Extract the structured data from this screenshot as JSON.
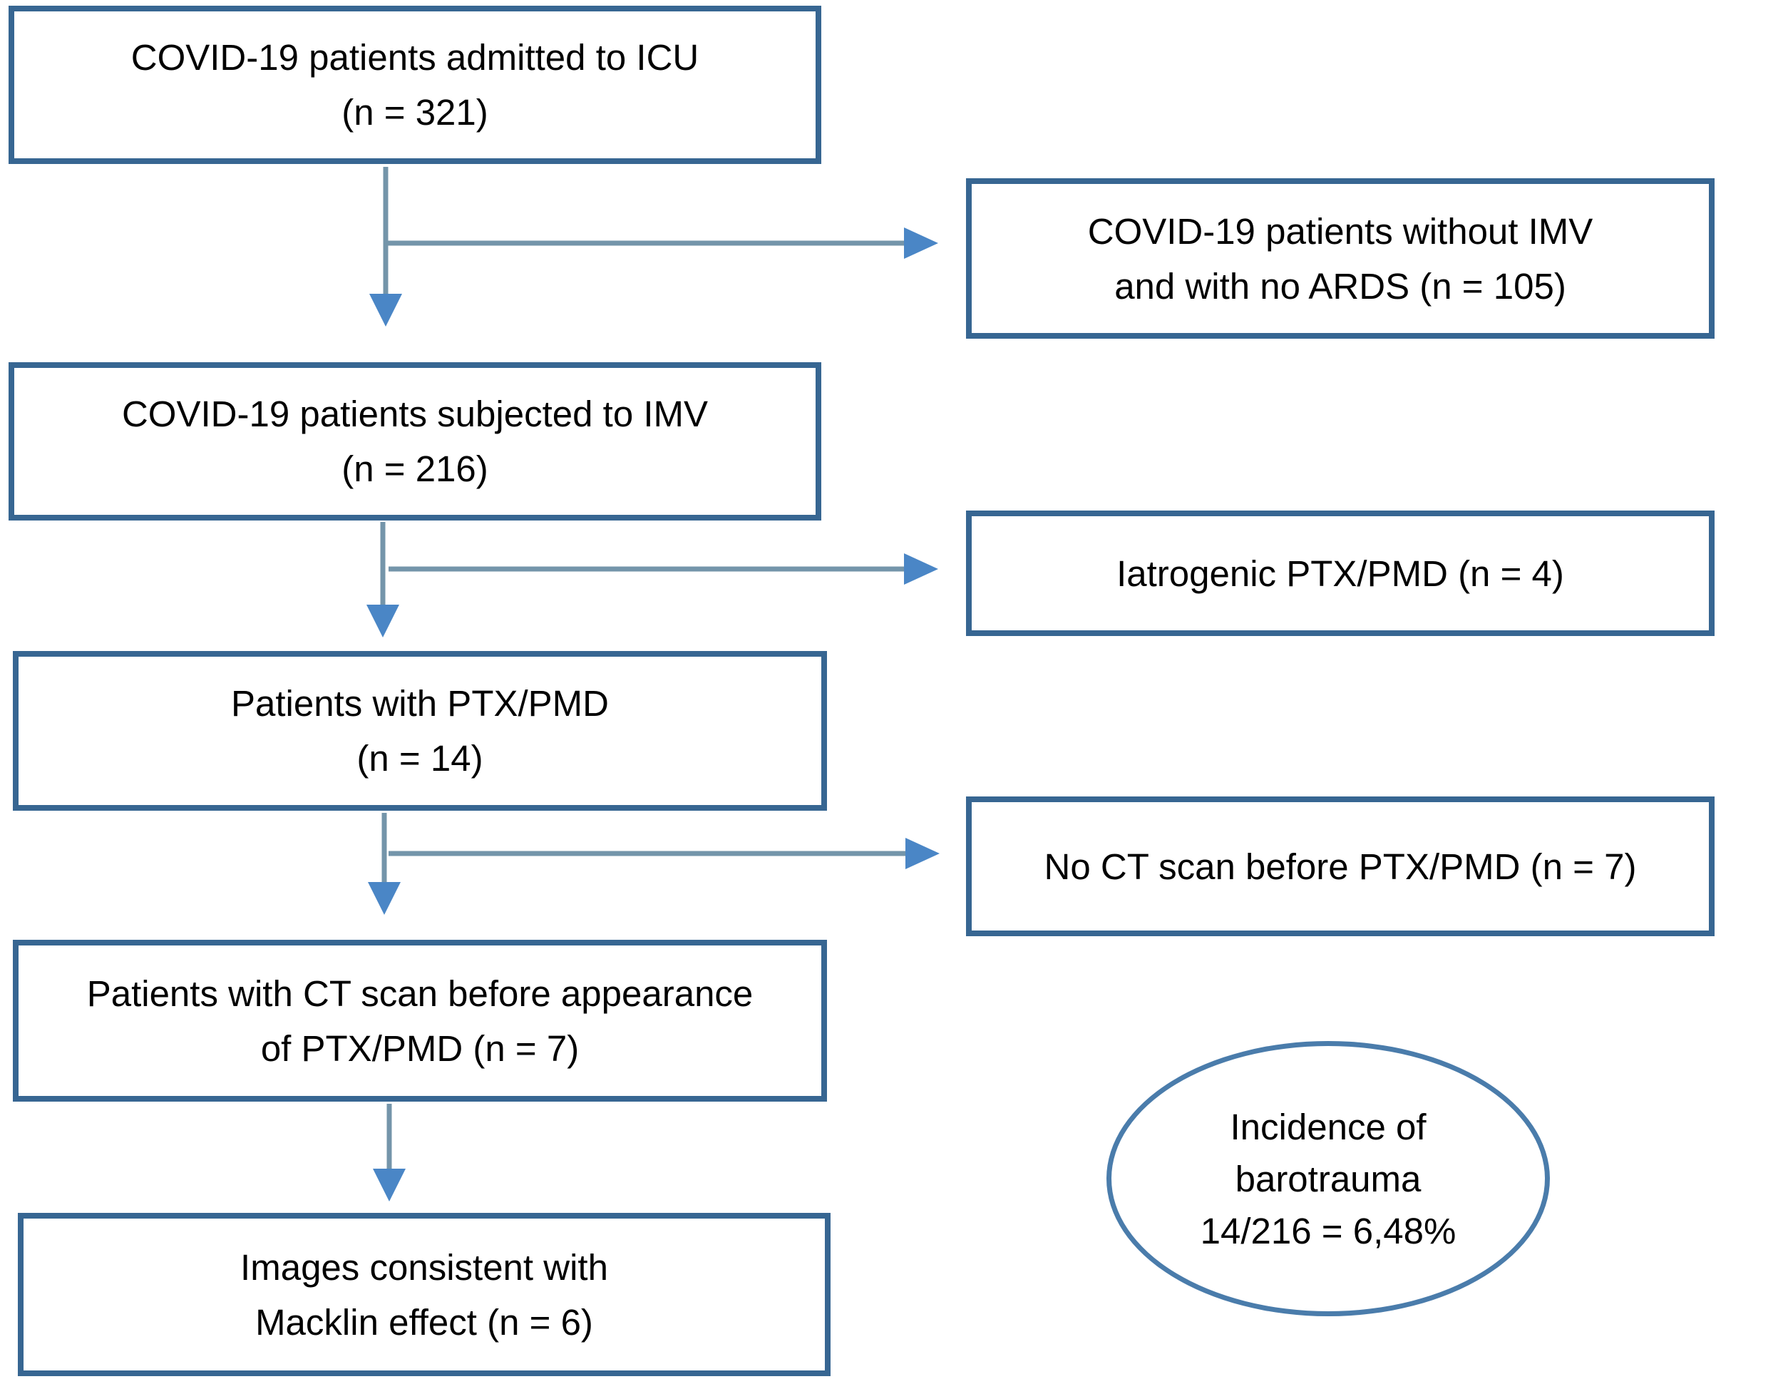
{
  "colors": {
    "box_border": "#376692",
    "ellipse_border": "#4a7cab",
    "arrow_line": "#7495aa",
    "arrow_head": "#4a86c6",
    "text": "#000000",
    "background": "#ffffff"
  },
  "flow_boxes": [
    {
      "id": "icu-admitted",
      "lines": [
        "COVID-19 patients admitted to ICU",
        "(n = 321)"
      ]
    },
    {
      "id": "imv",
      "lines": [
        "COVID-19 patients subjected to IMV",
        "(n = 216)"
      ]
    },
    {
      "id": "ptx-pmd",
      "lines": [
        "Patients with PTX/PMD",
        "(n = 14)"
      ]
    },
    {
      "id": "ct-before-ptx",
      "lines": [
        "Patients with CT scan before appearance",
        "of PTX/PMD (n = 7)"
      ]
    },
    {
      "id": "macklin",
      "lines": [
        "Images consistent with",
        "Macklin effect (n = 6)"
      ]
    }
  ],
  "exclusion_boxes": [
    {
      "id": "no-imv-no-ards",
      "lines": [
        "COVID-19 patients without IMV",
        "and with no ARDS (n = 105)"
      ]
    },
    {
      "id": "iatrogenic",
      "lines": [
        "Iatrogenic PTX/PMD (n = 4)"
      ]
    },
    {
      "id": "no-ct-scan",
      "lines": [
        "No CT scan before PTX/PMD (n = 7)"
      ]
    }
  ],
  "ellipse": {
    "lines": [
      "Incidence of",
      "barotrauma",
      "14/216 = 6,48%"
    ]
  }
}
